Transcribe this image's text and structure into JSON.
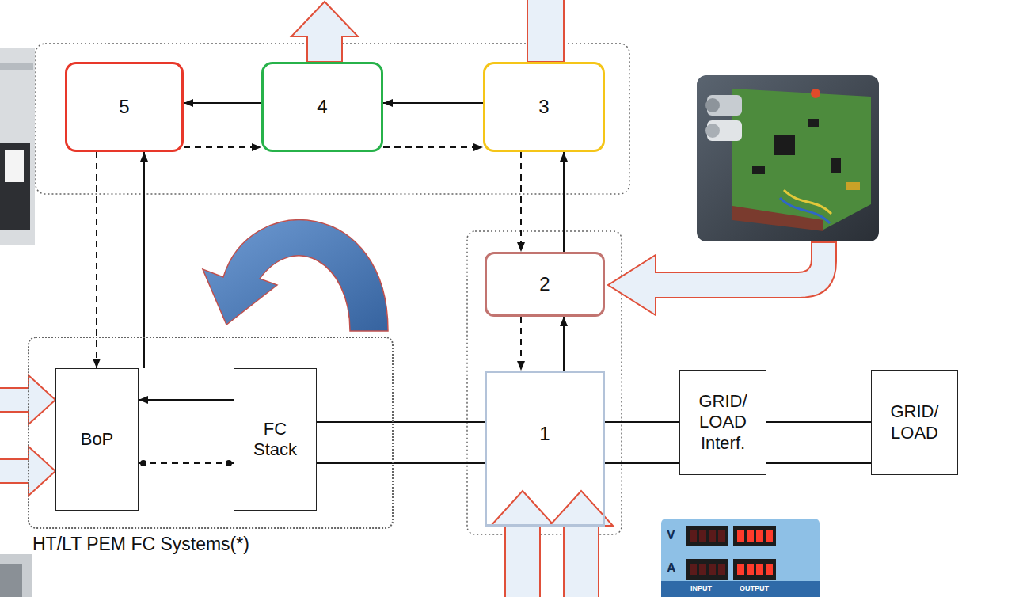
{
  "diagram": {
    "nodes": [
      {
        "text": [
          "5"
        ]
      },
      {
        "text": [
          "4"
        ]
      },
      {
        "text": [
          "3"
        ]
      },
      {
        "text": [
          "2"
        ]
      },
      {
        "text": [
          "HT/LT PEM FC Systems(*)"
        ]
      },
      {
        "text": [
          "BoP"
        ],
        "in": 4
      },
      {
        "text": [
          "FC Stack"
        ],
        "in": 4
      },
      {
        "text": [
          "1"
        ]
      },
      {
        "text": [
          "GRID/ LOAD Interf."
        ]
      },
      {
        "text": [
          "GRID/ LOAD"
        ]
      }
    ],
    "edges": [
      {
        "from": 1,
        "to": 0,
        "arrow": "to"
      },
      {
        "from": 0,
        "to": 1,
        "arrow": "to"
      },
      {
        "from": 2,
        "to": 1,
        "arrow": "to"
      },
      {
        "from": 1,
        "to": 2,
        "arrow": "to"
      },
      {
        "from": 2,
        "to": 3,
        "arrow": "to"
      },
      {
        "from": 3,
        "to": 2,
        "arrow": "to"
      },
      {
        "from": 3,
        "to": 7,
        "arrow": "to"
      },
      {
        "from": 7,
        "to": 3,
        "arrow": "to"
      },
      {
        "from": 5,
        "to": 0,
        "arrow": "to"
      },
      {
        "from": 0,
        "to": 5,
        "arrow": "to"
      },
      {
        "from": 6,
        "to": 5,
        "arrow": "to"
      },
      {
        "from": 5,
        "to": 6,
        "arrow": "none"
      },
      {
        "from": 6,
        "to": 7,
        "arrow": "none"
      },
      {
        "from": 6,
        "to": 7,
        "arrow": "none"
      },
      {
        "from": 7,
        "to": 8,
        "arrow": "none"
      },
      {
        "from": 7,
        "to": 8,
        "arrow": "none"
      },
      {
        "from": 8,
        "to": 9,
        "arrow": "none"
      },
      {
        "from": 8,
        "to": 9,
        "arrow": "none"
      }
    ],
    "labels": [
      "V",
      "A",
      "INPUT",
      "OUTPUT"
    ]
  }
}
